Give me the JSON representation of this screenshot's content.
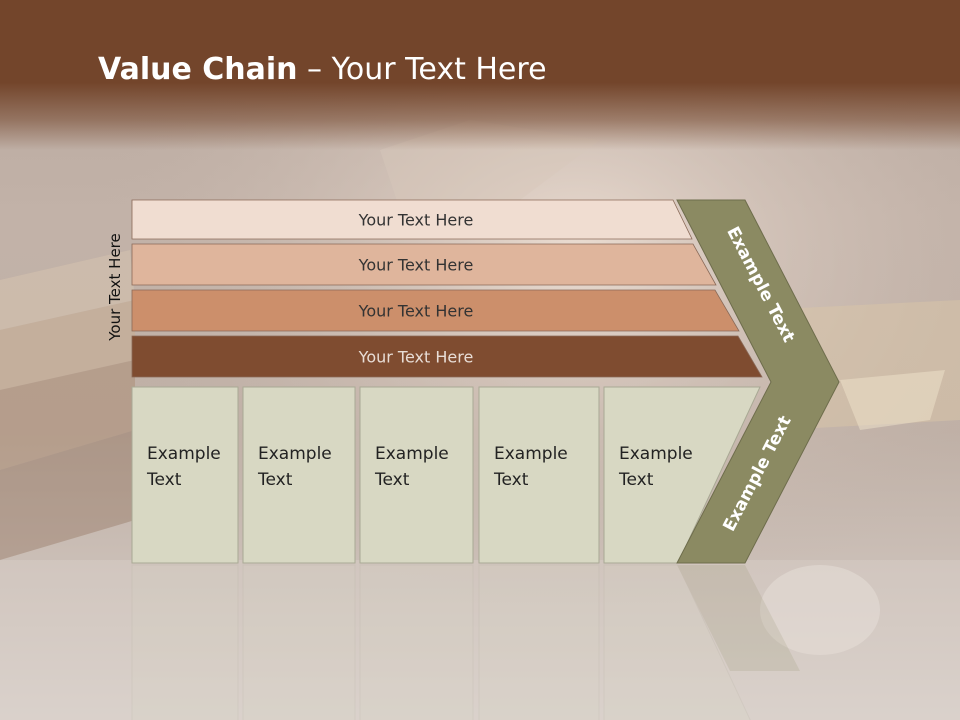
{
  "title": {
    "bold": "Value Chain",
    "rest": " – Your Text Here"
  },
  "side_label": "Your Text Here",
  "bars": [
    {
      "label": "Your Text Here",
      "fill": "#f0ddd1",
      "text_color": "#333333"
    },
    {
      "label": "Your Text Here",
      "fill": "#dfb59c",
      "text_color": "#333333"
    },
    {
      "label": "Your Text Here",
      "fill": "#cc8f6b",
      "text_color": "#333333"
    },
    {
      "label": "Your Text Here",
      "fill": "#7f4c30",
      "text_color": "#e8ddd6"
    }
  ],
  "columns": [
    {
      "line1": "Example",
      "line2": "Text"
    },
    {
      "line1": "Example",
      "line2": "Text"
    },
    {
      "line1": "Example",
      "line2": "Text"
    },
    {
      "line1": "Example",
      "line2": "Text"
    },
    {
      "line1": "Example",
      "line2": "Text"
    }
  ],
  "arrow": {
    "upper_label": "Example Text",
    "lower_label": "Example Text",
    "fill": "#8b8a62"
  },
  "colors": {
    "column_fill": "#d8d8c3",
    "title_band": "#73452b"
  }
}
